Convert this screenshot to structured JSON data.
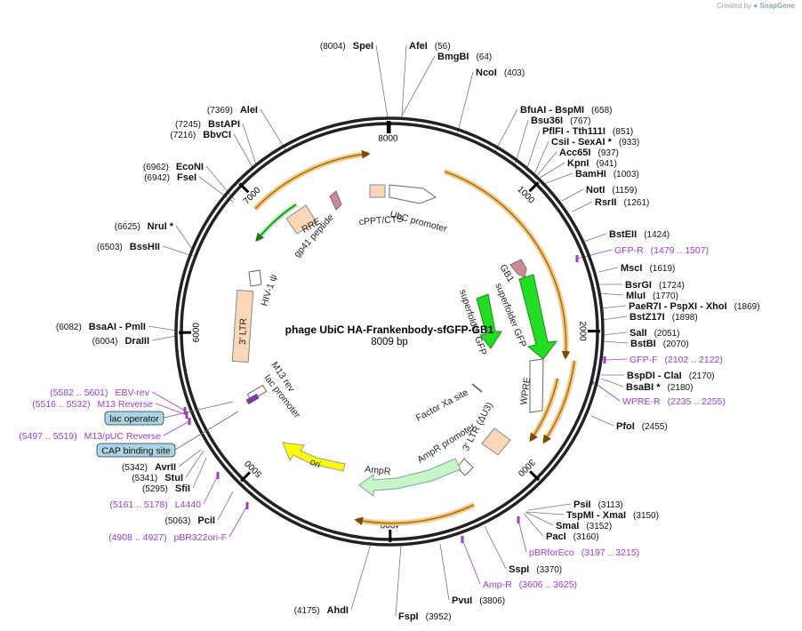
{
  "plasmid": {
    "name": "phage UbiC HA-Frankenbody-sfGFP-GB1",
    "length_label": "8009 bp",
    "total_bp": 8009
  },
  "credit": {
    "prefix": "Created by",
    "brand": "SnapGene"
  },
  "ticks": [
    {
      "bp": 0,
      "label": ""
    },
    {
      "bp": 1000,
      "label": "1000"
    },
    {
      "bp": 2000,
      "label": "2000"
    },
    {
      "bp": 3000,
      "label": "3000"
    },
    {
      "bp": 4000,
      "label": "4000"
    },
    {
      "bp": 5000,
      "label": "5000"
    },
    {
      "bp": 6000,
      "label": "6000"
    },
    {
      "bp": 7000,
      "label": "7000"
    },
    {
      "bp": 8000,
      "label": "8000"
    }
  ],
  "enzymes_right": [
    {
      "bp": 56,
      "parts": [
        [
          "AfeI",
          "n"
        ],
        [
          "(56)",
          "p"
        ]
      ]
    },
    {
      "bp": 64,
      "parts": [
        [
          "BmgBI",
          "n"
        ],
        [
          "(64)",
          "p"
        ]
      ]
    },
    {
      "bp": 403,
      "parts": [
        [
          "NcoI",
          "n"
        ],
        [
          "(403)",
          "p"
        ]
      ]
    },
    {
      "bp": 658,
      "parts": [
        [
          "BfuAI",
          "n"
        ],
        [
          " - BspMI",
          "n"
        ],
        [
          "(658)",
          "p"
        ]
      ]
    },
    {
      "bp": 767,
      "parts": [
        [
          "Bsu36I",
          "n"
        ],
        [
          "(767)",
          "p"
        ]
      ]
    },
    {
      "bp": 851,
      "parts": [
        [
          "PflFI",
          "n"
        ],
        [
          " - Tth111I",
          "n"
        ],
        [
          "(851)",
          "p"
        ]
      ]
    },
    {
      "bp": 933,
      "parts": [
        [
          "CsiI",
          "n"
        ],
        [
          " - SexAI *",
          "n"
        ],
        [
          "(933)",
          "p"
        ]
      ]
    },
    {
      "bp": 937,
      "parts": [
        [
          "Acc65I",
          "n"
        ],
        [
          "(937)",
          "p"
        ]
      ]
    },
    {
      "bp": 941,
      "parts": [
        [
          "KpnI",
          "n"
        ],
        [
          "(941)",
          "p"
        ]
      ]
    },
    {
      "bp": 1003,
      "parts": [
        [
          "BamHI",
          "n"
        ],
        [
          "(1003)",
          "p"
        ]
      ]
    },
    {
      "bp": 1159,
      "parts": [
        [
          "NotI",
          "n"
        ],
        [
          "(1159)",
          "p"
        ]
      ]
    },
    {
      "bp": 1261,
      "parts": [
        [
          "RsrII",
          "n"
        ],
        [
          "(1261)",
          "p"
        ]
      ]
    },
    {
      "bp": 1424,
      "parts": [
        [
          "BstEII",
          "n"
        ],
        [
          "(1424)",
          "p"
        ]
      ]
    },
    {
      "bp": 1479,
      "parts": [
        [
          "GFP-R",
          "u"
        ],
        [
          "(1479 .. 1507)",
          "u"
        ]
      ]
    },
    {
      "bp": 1619,
      "parts": [
        [
          "MscI",
          "n"
        ],
        [
          "(1619)",
          "p"
        ]
      ]
    },
    {
      "bp": 1724,
      "parts": [
        [
          "BsrGI",
          "n"
        ],
        [
          "(1724)",
          "p"
        ]
      ]
    },
    {
      "bp": 1770,
      "parts": [
        [
          "MluI",
          "n"
        ],
        [
          "(1770)",
          "p"
        ]
      ]
    },
    {
      "bp": 1869,
      "parts": [
        [
          "PaeR7I",
          "n"
        ],
        [
          " - PspXI",
          "n"
        ],
        [
          " - XhoI",
          "n"
        ],
        [
          "(1869)",
          "p"
        ]
      ]
    },
    {
      "bp": 1898,
      "parts": [
        [
          "BstZ17I",
          "n"
        ],
        [
          "(1898)",
          "p"
        ]
      ]
    },
    {
      "bp": 2051,
      "parts": [
        [
          "SalI",
          "n"
        ],
        [
          "(2051)",
          "p"
        ]
      ]
    },
    {
      "bp": 2070,
      "parts": [
        [
          "BstBI",
          "n"
        ],
        [
          "(2070)",
          "p"
        ]
      ]
    },
    {
      "bp": 2102,
      "parts": [
        [
          "GFP-F",
          "u"
        ],
        [
          "(2102 .. 2122)",
          "u"
        ]
      ]
    },
    {
      "bp": 2170,
      "parts": [
        [
          "BspDI",
          "n"
        ],
        [
          " - ClaI",
          "n"
        ],
        [
          "(2170)",
          "p"
        ]
      ]
    },
    {
      "bp": 2180,
      "parts": [
        [
          "BsaBI *",
          "n"
        ],
        [
          "(2180)",
          "p"
        ]
      ]
    },
    {
      "bp": 2235,
      "parts": [
        [
          "WPRE-R",
          "u"
        ],
        [
          "(2235 .. 2255)",
          "u"
        ]
      ]
    },
    {
      "bp": 2455,
      "parts": [
        [
          "PfoI",
          "n"
        ],
        [
          "(2455)",
          "p"
        ]
      ]
    },
    {
      "bp": 3113,
      "parts": [
        [
          "PsiI",
          "n"
        ],
        [
          "(3113)",
          "p"
        ]
      ]
    },
    {
      "bp": 3150,
      "parts": [
        [
          "TspMI",
          "n"
        ],
        [
          " - XmaI",
          "n"
        ],
        [
          "(3150)",
          "p"
        ]
      ]
    },
    {
      "bp": 3152,
      "parts": [
        [
          "SmaI",
          "n"
        ],
        [
          "(3152)",
          "p"
        ]
      ]
    },
    {
      "bp": 3160,
      "parts": [
        [
          "PacI",
          "n"
        ],
        [
          "(3160)",
          "p"
        ]
      ]
    },
    {
      "bp": 3197,
      "parts": [
        [
          "pBRforEco",
          "u"
        ],
        [
          "(3197 .. 3215)",
          "u"
        ]
      ]
    },
    {
      "bp": 3370,
      "parts": [
        [
          "SspI",
          "n"
        ],
        [
          "(3370)",
          "p"
        ]
      ]
    },
    {
      "bp": 3606,
      "parts": [
        [
          "Amp-R",
          "u"
        ],
        [
          "(3606 .. 3625)",
          "u"
        ]
      ]
    },
    {
      "bp": 3806,
      "parts": [
        [
          "PvuI",
          "n"
        ],
        [
          "(3806)",
          "p"
        ]
      ]
    },
    {
      "bp": 3952,
      "parts": [
        [
          "FspI",
          "n"
        ],
        [
          "(3952)",
          "p"
        ]
      ]
    }
  ],
  "enzymes_left": [
    {
      "bp": 8004,
      "parts": [
        [
          "(8004)",
          "p"
        ],
        [
          "SpeI",
          "n"
        ]
      ]
    },
    {
      "bp": 7369,
      "parts": [
        [
          "(7369)",
          "p"
        ],
        [
          "AleI",
          "n"
        ]
      ]
    },
    {
      "bp": 7245,
      "parts": [
        [
          "(7245)",
          "p"
        ],
        [
          "BstAPI",
          "n"
        ]
      ]
    },
    {
      "bp": 7216,
      "parts": [
        [
          "(7216)",
          "p"
        ],
        [
          "BbvCI",
          "n"
        ]
      ]
    },
    {
      "bp": 6962,
      "parts": [
        [
          "(6962)",
          "p"
        ],
        [
          "EcoNI",
          "n"
        ]
      ]
    },
    {
      "bp": 6942,
      "parts": [
        [
          "(6942)",
          "p"
        ],
        [
          "FseI",
          "n"
        ]
      ]
    },
    {
      "bp": 6625,
      "parts": [
        [
          "(6625)",
          "p"
        ],
        [
          "NruI *",
          "n"
        ]
      ]
    },
    {
      "bp": 6503,
      "parts": [
        [
          "(6503)",
          "p"
        ],
        [
          "BssHII",
          "n"
        ]
      ]
    },
    {
      "bp": 6082,
      "parts": [
        [
          "(6082)",
          "p"
        ],
        [
          "BsaAI",
          "n"
        ],
        [
          " - PmlI",
          "n"
        ]
      ]
    },
    {
      "bp": 6004,
      "parts": [
        [
          "(6004)",
          "p"
        ],
        [
          "DraIII",
          "n"
        ]
      ]
    },
    {
      "bp": 5582,
      "parts": [
        [
          "(5582 .. 5601)",
          "u"
        ],
        [
          "EBV-rev",
          "u"
        ]
      ]
    },
    {
      "bp": 5516,
      "parts": [
        [
          "(5516 .. 5532)",
          "u"
        ],
        [
          "M13 Reverse",
          "u"
        ]
      ]
    },
    {
      "bp": 5497,
      "parts": [
        [
          "(5497 .. 5519)",
          "u"
        ],
        [
          "M13/pUC Reverse",
          "u"
        ]
      ]
    },
    {
      "bp": 5342,
      "parts": [
        [
          "(5342)",
          "p"
        ],
        [
          "AvrII",
          "n"
        ]
      ]
    },
    {
      "bp": 5341,
      "parts": [
        [
          "(5341)",
          "p"
        ],
        [
          "StuI",
          "n"
        ]
      ]
    },
    {
      "bp": 5295,
      "parts": [
        [
          "(5295)",
          "p"
        ],
        [
          "SfiI",
          "n"
        ]
      ]
    },
    {
      "bp": 5161,
      "parts": [
        [
          "(5161 .. 5178)",
          "u"
        ],
        [
          "L4440",
          "u"
        ]
      ]
    },
    {
      "bp": 5063,
      "parts": [
        [
          "(5063)",
          "p"
        ],
        [
          "PciI",
          "n"
        ]
      ]
    },
    {
      "bp": 4908,
      "parts": [
        [
          "(4908 .. 4927)",
          "u"
        ],
        [
          "pBR322ori-F",
          "u"
        ]
      ]
    },
    {
      "bp": 4175,
      "parts": [
        [
          "(4175)",
          "p"
        ],
        [
          "AhdI",
          "n"
        ]
      ]
    }
  ],
  "boxed_labels": [
    {
      "text": "lac operator"
    },
    {
      "text": "CAP binding site"
    }
  ],
  "feature_labels": [
    {
      "text": "UbC promoter"
    },
    {
      "text": "cPPT/CTS"
    },
    {
      "text": "RRE"
    },
    {
      "text": "gp41 peptide"
    },
    {
      "text": "HIV-1 ψ"
    },
    {
      "text": "3' LTR"
    },
    {
      "text": "GB1"
    },
    {
      "text": "superfolder GFP"
    },
    {
      "text": "superfolder GFP"
    },
    {
      "text": "WPRE"
    },
    {
      "text": "Factor Xa site"
    },
    {
      "text": "3' LTR (ΔU3)"
    },
    {
      "text": "AmpR promoter"
    },
    {
      "text": "AmpR"
    },
    {
      "text": "ori"
    },
    {
      "text": "M13 rev"
    },
    {
      "text": "lac promoter"
    }
  ],
  "colors": {
    "backbone": "#222222",
    "orf_orange": "#e8a33d",
    "orf_brown": "#a36b00",
    "gfp_green": "#22dd22",
    "ampr_green": "#c8f5c8",
    "ori_yellow": "#ffff00",
    "ltr_peach": "#fbd7b8",
    "primer_purple": "#9b3bd1",
    "box_blue": "#a9d5e6"
  }
}
